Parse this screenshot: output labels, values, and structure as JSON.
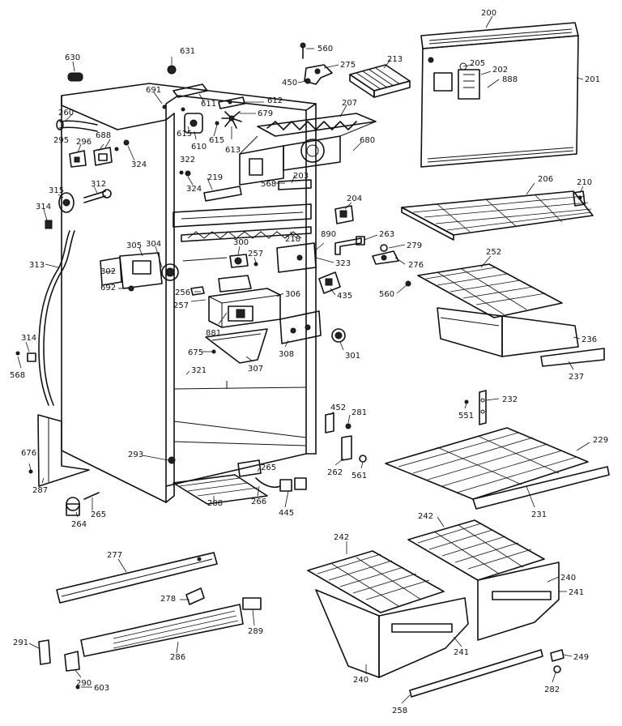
{
  "labels": {
    "p200": "200",
    "p201": "201",
    "p202": "202",
    "p205": "205",
    "p888": "888",
    "p213": "213",
    "p275": "275",
    "p560a": "560",
    "p450": "450",
    "p207": "207",
    "p680": "680",
    "p631": "631",
    "p630": "630",
    "p691": "691",
    "p611": "611",
    "p612": "612",
    "p679": "679",
    "p615a": "615",
    "p610": "610",
    "p615b": "615",
    "p613": "613",
    "p322": "322",
    "p219": "219",
    "p324a": "324",
    "p568a": "568",
    "p203": "203",
    "p260": "260",
    "p688": "688",
    "p295": "295",
    "p296": "296",
    "p324b": "324",
    "p315": "315",
    "p312": "312",
    "p314a": "314",
    "p313": "313",
    "p206": "206",
    "p210": "210",
    "p204": "204",
    "p218": "218",
    "p890": "890",
    "p263": "263",
    "p279": "279",
    "p323": "323",
    "p276": "276",
    "p305": "305",
    "p304": "304",
    "p300": "300",
    "p257a": "257",
    "p302": "302",
    "p692": "692",
    "p256": "256",
    "p257b": "257",
    "p306": "306",
    "p435": "435",
    "p560b": "560",
    "p252": "252",
    "p881": "881",
    "p675": "675",
    "p307": "307",
    "p308": "308",
    "p301": "301",
    "p236": "236",
    "p237": "237",
    "p314b": "314",
    "p568b": "568",
    "p321": "321",
    "p452": "452",
    "p281": "281",
    "p232": "232",
    "p551": "551",
    "p676": "676",
    "p293": "293",
    "p287": "287",
    "p265a": "265",
    "p266": "266",
    "p262": "262",
    "p561": "561",
    "p229": "229",
    "p264": "264",
    "p265b": "265",
    "p288": "288",
    "p445": "445",
    "p231": "231",
    "p277": "277",
    "p242a": "242",
    "p242b": "242",
    "p278": "278",
    "p240a": "240",
    "p241a": "241",
    "p289": "289",
    "p291": "291",
    "p286": "286",
    "p241b": "241",
    "p249": "249",
    "p290": "290",
    "p603": "603",
    "p240b": "240",
    "p282": "282",
    "p258": "258"
  }
}
